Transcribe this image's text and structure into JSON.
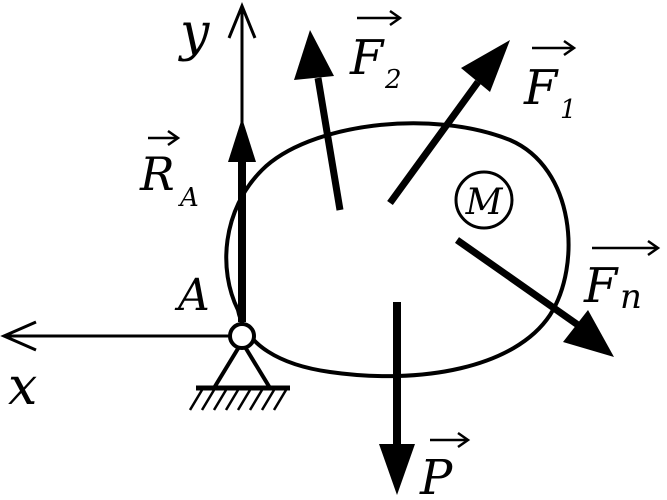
{
  "axes": {
    "y_label": "y",
    "x_label": "x"
  },
  "point_a": {
    "label": "A"
  },
  "moment": {
    "label": "M"
  },
  "forces": {
    "r": {
      "letter": "R",
      "subscript": "A"
    },
    "f2": {
      "letter": "F",
      "subscript": "2"
    },
    "f1": {
      "letter": "F",
      "subscript": "1"
    },
    "fn": {
      "letter": "F",
      "subscript": "n"
    },
    "p": {
      "letter": "P",
      "subscript": ""
    }
  },
  "colors": {
    "ink": "#000000",
    "background": "#ffffff"
  }
}
